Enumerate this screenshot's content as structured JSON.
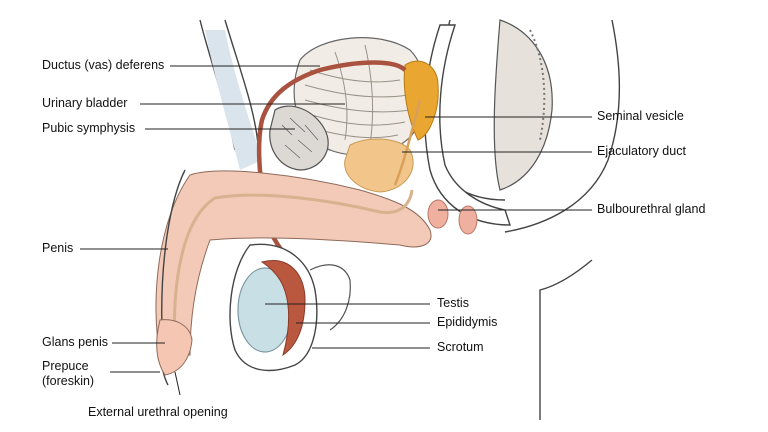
{
  "labels": {
    "ductus_deferens": "Ductus (vas) deferens",
    "urinary_bladder": "Urinary bladder",
    "pubic_symphysis": "Pubic symphysis",
    "penis": "Penis",
    "glans_penis": "Glans penis",
    "prepuce_line1": "Prepuce",
    "prepuce_line2": "(foreskin)",
    "external_urethral_opening": "External urethral opening",
    "seminal_vesicle": "Seminal vesicle",
    "ejaculatory_duct": "Ejaculatory duct",
    "bulbourethral_gland": "Bulbourethral gland",
    "testis": "Testis",
    "epididymis": "Epididymis",
    "scrotum": "Scrotum"
  },
  "colors": {
    "bladder_muscle": "#f1ece6",
    "vas_deferens": "#a9523f",
    "seminal_vesicle": "#e9a630",
    "prostate": "#f2c58a",
    "erectile_tissue": "#f3c9b7",
    "glans": "#f5c7b2",
    "testis": "#c9dfe6",
    "epididymis": "#b9573f",
    "bone": "#dcd8d4",
    "skin_outline": "#444444",
    "leader": "#222222"
  }
}
